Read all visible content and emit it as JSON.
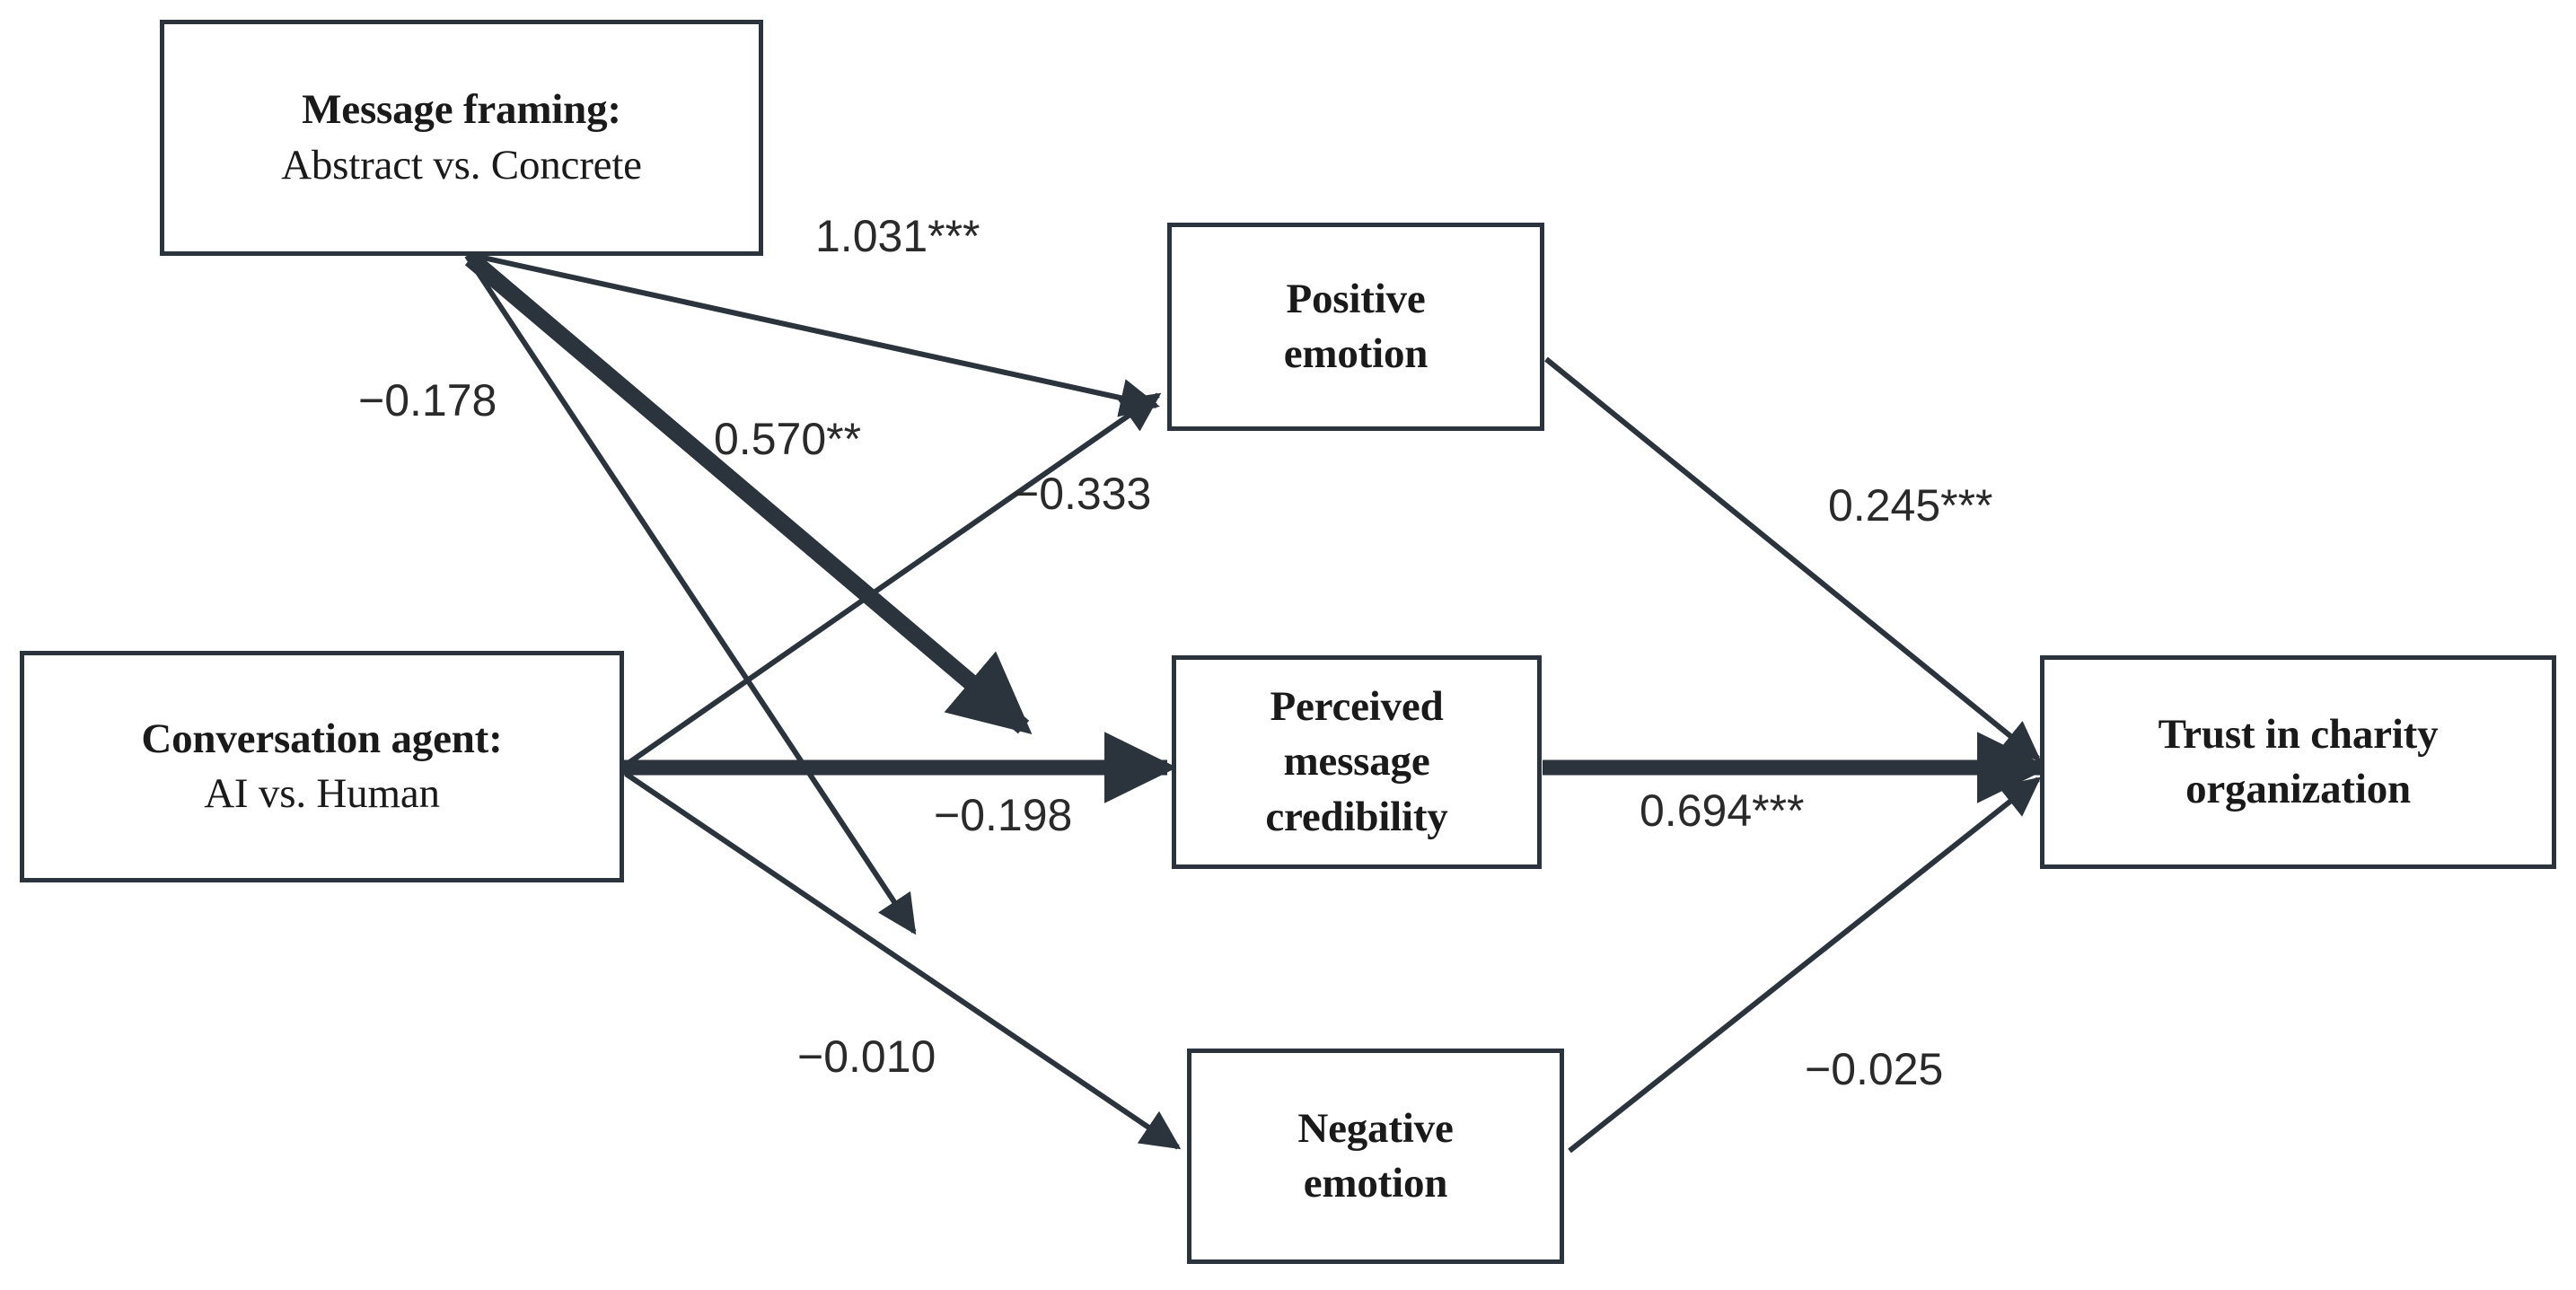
{
  "diagram": {
    "type": "path-model",
    "title": "",
    "nodes": [
      {
        "id": "message-framing",
        "title": "Message framing:",
        "subtitle": "Abstract vs. Concrete"
      },
      {
        "id": "conversation-agent",
        "title": "Conversation agent:",
        "subtitle": "AI vs. Human"
      },
      {
        "id": "positive-emotion",
        "line1": "Positive",
        "line2": "emotion"
      },
      {
        "id": "perceived-message-credibility",
        "line1": "Perceived",
        "line2": "message",
        "line3": "credibility"
      },
      {
        "id": "negative-emotion",
        "line1": "Negative",
        "line2": "emotion"
      },
      {
        "id": "trust-in-charity-organization",
        "line1": "Trust in charity",
        "line2": "organization"
      }
    ],
    "edges": [
      {
        "id": "framing-to-positive",
        "from": "message-framing",
        "to": "positive-emotion",
        "label": "1.031***",
        "coefficient": 1.031,
        "significance": "***",
        "weight": "thin"
      },
      {
        "id": "framing-to-negative",
        "from": "message-framing",
        "to": "negative-emotion",
        "label": "−0.178",
        "coefficient": -0.178,
        "significance": "",
        "weight": "thin"
      },
      {
        "id": "framing-to-credibility",
        "from": "message-framing",
        "to": "perceived-message-credibility",
        "label": "0.570**",
        "coefficient": 0.57,
        "significance": "**",
        "weight": "thick"
      },
      {
        "id": "agent-to-positive",
        "from": "conversation-agent",
        "to": "positive-emotion",
        "label": "−0.333",
        "coefficient": -0.333,
        "significance": "",
        "weight": "thin"
      },
      {
        "id": "agent-to-credibility",
        "from": "conversation-agent",
        "to": "perceived-message-credibility",
        "label": "−0.198",
        "coefficient": -0.198,
        "significance": "",
        "weight": "thick"
      },
      {
        "id": "agent-to-negative",
        "from": "conversation-agent",
        "to": "negative-emotion",
        "label": "−0.010",
        "coefficient": -0.01,
        "significance": "",
        "weight": "thin"
      },
      {
        "id": "positive-to-trust",
        "from": "positive-emotion",
        "to": "trust-in-charity-organization",
        "label": "0.245***",
        "coefficient": 0.245,
        "significance": "***",
        "weight": "thin"
      },
      {
        "id": "credibility-to-trust",
        "from": "perceived-message-credibility",
        "to": "trust-in-charity-organization",
        "label": "0.694***",
        "coefficient": 0.694,
        "significance": "***",
        "weight": "thick"
      },
      {
        "id": "negative-to-trust",
        "from": "negative-emotion",
        "to": "trust-in-charity-organization",
        "label": "−0.025",
        "coefficient": -0.025,
        "significance": "",
        "weight": "thin"
      }
    ],
    "colors": {
      "stroke": "#2b333d",
      "box_border": "#2b333d",
      "text": "#1a1a1a",
      "label_text": "#2a2a2a",
      "background": "#ffffff"
    }
  }
}
